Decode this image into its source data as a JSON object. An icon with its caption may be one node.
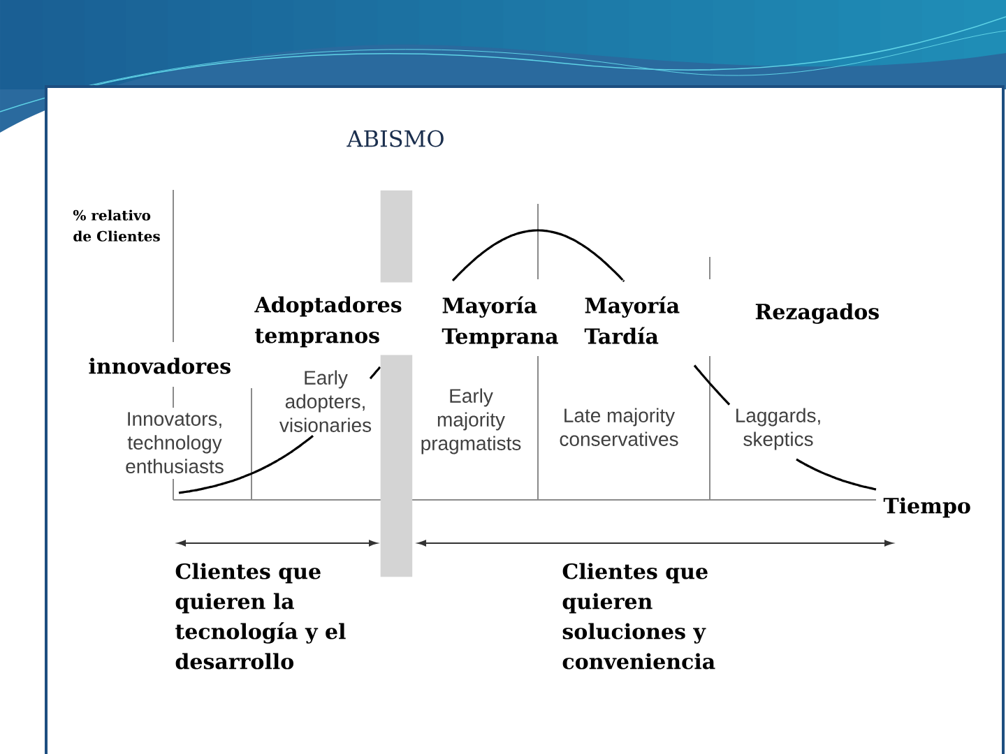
{
  "diagram": {
    "nodes": [
      {
        "text": [
          "ABISMO"
        ]
      }
    ],
    "labels": [
      "% relativo de Clientes",
      "Adoptadores tempranos",
      "Mayoría Temprana",
      "Mayoría Tardía",
      "Rezagados",
      "innovadores",
      "Early adopters, visionaries",
      "Early majority pragmatists",
      "Late majority conservatives",
      "Laggards, skeptics",
      "Innovators, technology enthusiasts",
      "Tiempo",
      "Clientes que quieren la tecnología y el desarrollo",
      "Clientes que quieren soluciones y conveniencia"
    ]
  }
}
